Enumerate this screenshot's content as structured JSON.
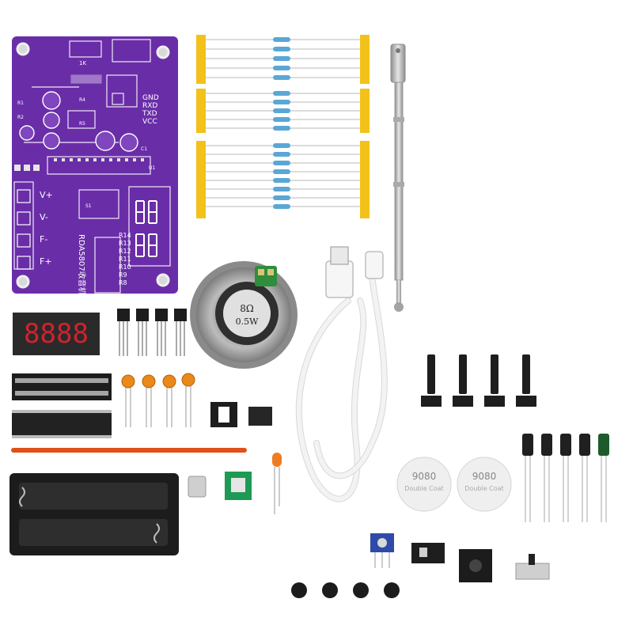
{
  "pcb": {
    "model_text": "RDA5807收音机",
    "pins": [
      "GND",
      "RXD",
      "TXD",
      "VCC"
    ],
    "side_labels": [
      "V+",
      "V-",
      "F-",
      "F+"
    ],
    "button_codes": [
      "R14",
      "R13",
      "R12",
      "R11",
      "R10",
      "R9",
      "R8"
    ],
    "small_labels": [
      "1K",
      "R1",
      "R2",
      "R4",
      "R5",
      "U1",
      "S1",
      "C1"
    ],
    "color": "#6a2da8"
  },
  "speaker": {
    "impedance": "8Ω",
    "power": "0.5W"
  },
  "tape": {
    "text": "9080",
    "subtext": "Double Coat"
  },
  "display": {
    "digits": "8888",
    "color": "#d1222e"
  },
  "colors": {
    "resistor_tape": "#f2c21b",
    "resistor_body": "#5aa7d6",
    "capacitor_ceramic": "#e8891a",
    "potentiometer": "#2f4aa8"
  }
}
